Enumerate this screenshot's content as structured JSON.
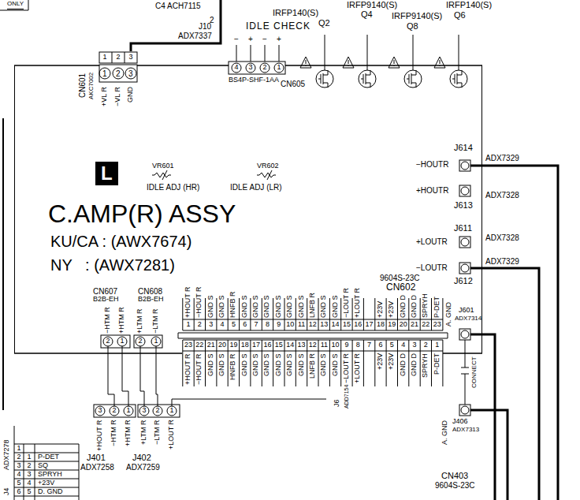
{
  "diagram": {
    "nodes": [
      {
        "text": [
          "C.AMP(R) ASSY",
          "KU/CA : (AWX7674)",
          "NY   : (AWX7281)"
        ]
      },
      {
        "text": [
          "L"
        ],
        "in": 0
      }
    ],
    "labels": [
      "ONLY",
      "C4 ACH7115",
      "2",
      "J10",
      "ADX7337",
      "IDLE CHECK",
      "−",
      "+",
      "−",
      "+",
      "IRFP140(S)",
      "Q2",
      "IRFP9140(S)",
      "Q4",
      "IRFP9140(S)",
      "Q8",
      "IRFP140(S)",
      "Q6",
      "1",
      "2",
      "3",
      "1",
      "2",
      "3",
      "CN601",
      "AKC7002",
      "+VL R",
      "−VL R",
      "GND",
      "4",
      "3",
      "2",
      "1",
      "BS4P-SHF-1AA",
      "CN605",
      "VR601",
      "VR602",
      "IDLE ADJ (HR)",
      "IDLE ADJ (LR)",
      "J614",
      "−HOUTR",
      "ADX7329",
      "+HOUTR",
      "ADX7328",
      "J613",
      "J611",
      "+LOUTR",
      "ADX7328",
      "−LOUTR",
      "ADX7329",
      "J612",
      "9604S-23C",
      "CN602",
      "CN607",
      "B2B-EH",
      "CN608",
      "B2B-EH",
      "−HTM R",
      "+HTM R",
      "+LTM R",
      "−LTM R",
      "2",
      "1",
      "2",
      "1",
      "+HOUT R",
      "−HOUT R",
      "GND S",
      "GND S",
      "HNFB R",
      "GND S",
      "GND S",
      "GND S",
      "GND S",
      "GND S",
      "GND S",
      "LNFB R",
      "GND S",
      "GND S",
      "−LOUT R",
      "+LOUT R",
      "+23V",
      "+23V",
      "GND D",
      "GND D",
      "SPRYH",
      "P-DET",
      "1",
      "2",
      "3",
      "4",
      "5",
      "6",
      "7",
      "8",
      "9",
      "10",
      "11",
      "12",
      "13",
      "14",
      "15",
      "16",
      "17",
      "18",
      "19",
      "20",
      "21",
      "22",
      "23",
      "23",
      "22",
      "21",
      "20",
      "19",
      "18",
      "17",
      "16",
      "15",
      "14",
      "13",
      "12",
      "11",
      "10",
      "9",
      "8",
      "7",
      "6",
      "5",
      "4",
      "3",
      "2",
      "1",
      "+HOUT R",
      "−HOUT R",
      "GND S",
      "GND S",
      "HNFB R",
      "GND S",
      "GND S",
      "GND S",
      "GND S",
      "GND S",
      "GND S",
      "LNFB R",
      "GND S",
      "GND S",
      "−LOUT R",
      "+LOUT R",
      "+23V",
      "+23V",
      "GND D",
      "GND D",
      "SPRYH",
      "P-DET",
      "A. GND",
      "J601",
      "ADX7314",
      "CONNECT",
      "J406",
      "ADX7313",
      "A. GND",
      "CN403",
      "9604S-23C",
      "J6",
      "ADD7154",
      "3",
      "2",
      "1",
      "3",
      "2",
      "1",
      "+HOUT R",
      "−HTM R",
      "+HTM R",
      "+LTM R",
      "−LTM R",
      "+LOUT R",
      "J401",
      "ADX7258",
      "J402",
      "ADX7259",
      "ADX7278",
      "J4",
      "1",
      "2",
      "3",
      "4",
      "5",
      "6",
      "1",
      "2",
      "3",
      "4",
      "5",
      "P-DET",
      "SQ",
      "SPRYH",
      "+23V",
      "D. GND"
    ]
  }
}
